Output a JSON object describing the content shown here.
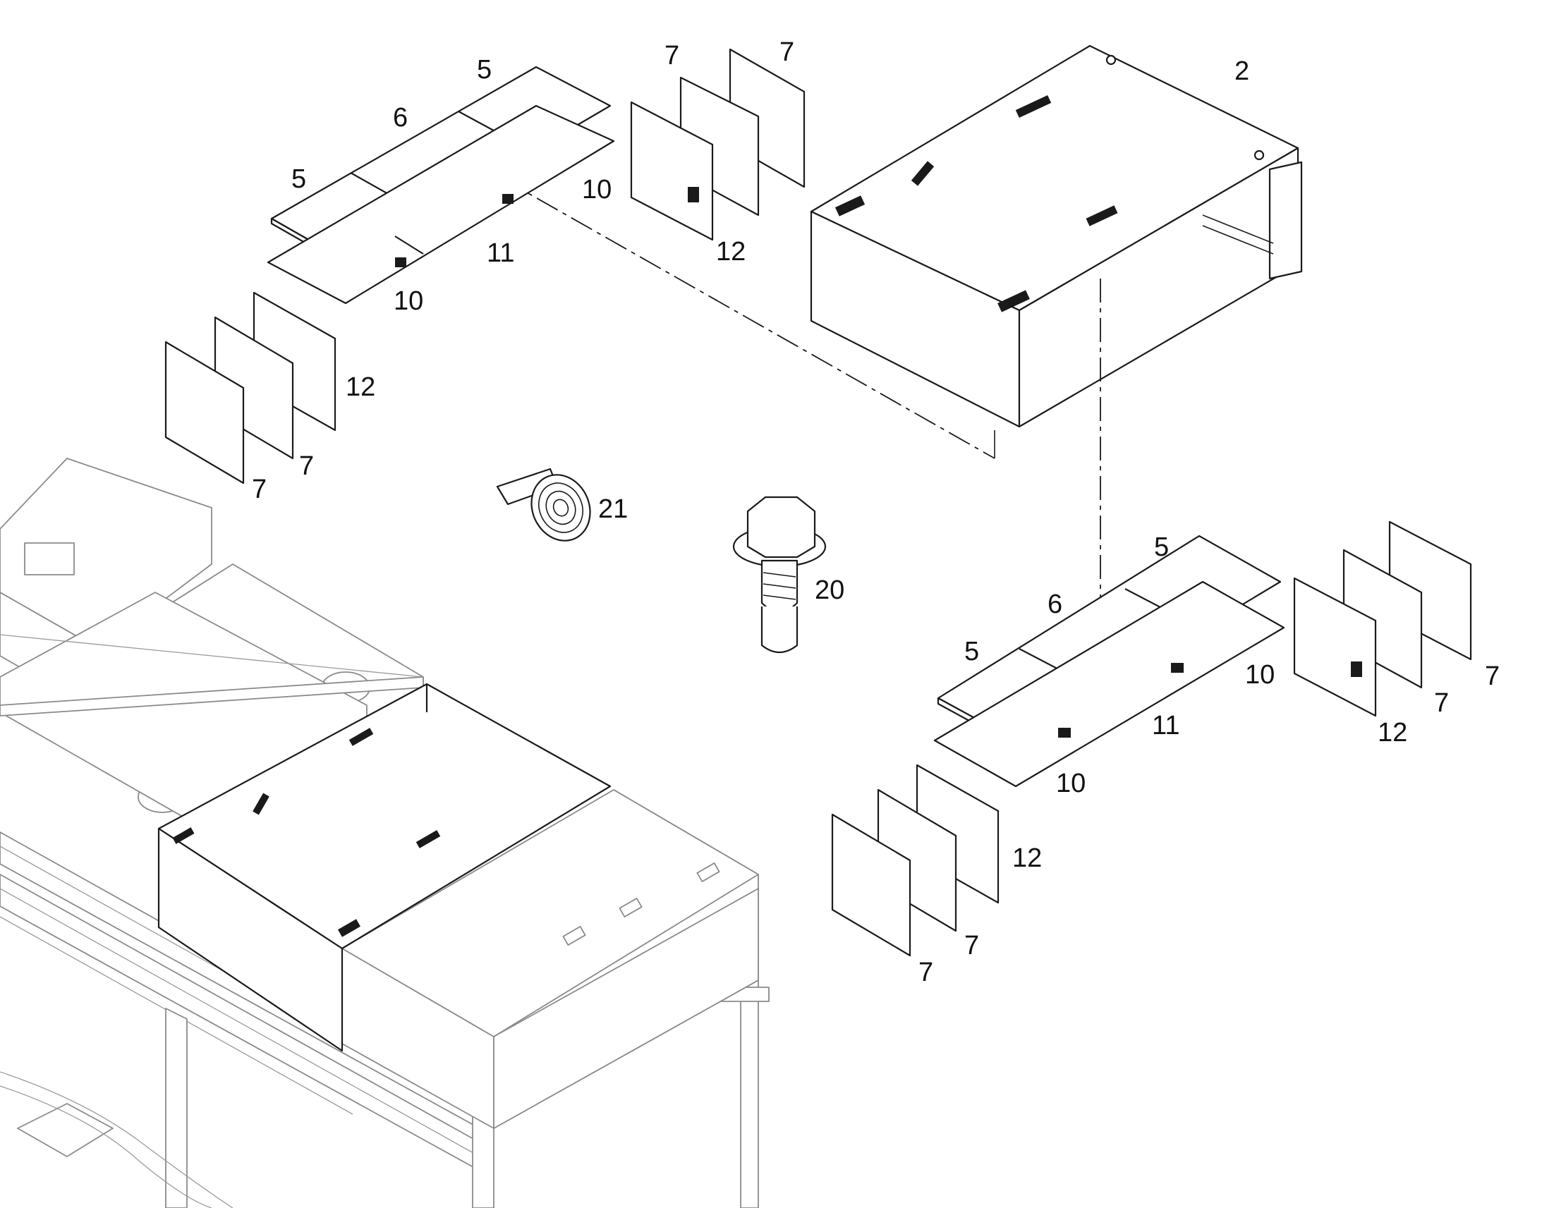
{
  "callouts": {
    "c2": "2",
    "c5_top_a": "5",
    "c5_top_b": "5",
    "c6_top": "6",
    "c7_top_a": "7",
    "c7_top_b": "7",
    "c10_top_a": "10",
    "c10_top_b": "10",
    "c11_top": "11",
    "c12_top": "12",
    "c12_left": "12",
    "c7_left_a": "7",
    "c7_left_b": "7",
    "c21": "21",
    "c20": "20",
    "c5_right_a": "5",
    "c5_right_b": "5",
    "c6_right": "6",
    "c10_right_a": "10",
    "c10_right_b": "10",
    "c11_right": "11",
    "c12_right": "12",
    "c7_right_a": "7",
    "c7_right_b": "7",
    "c12_bottom": "12",
    "c7_bottom_a": "7",
    "c7_bottom_b": "7"
  },
  "icons": {
    "insulation_tape_roll": "tape-roll-icon",
    "self_tapping_screw": "screw-icon"
  }
}
